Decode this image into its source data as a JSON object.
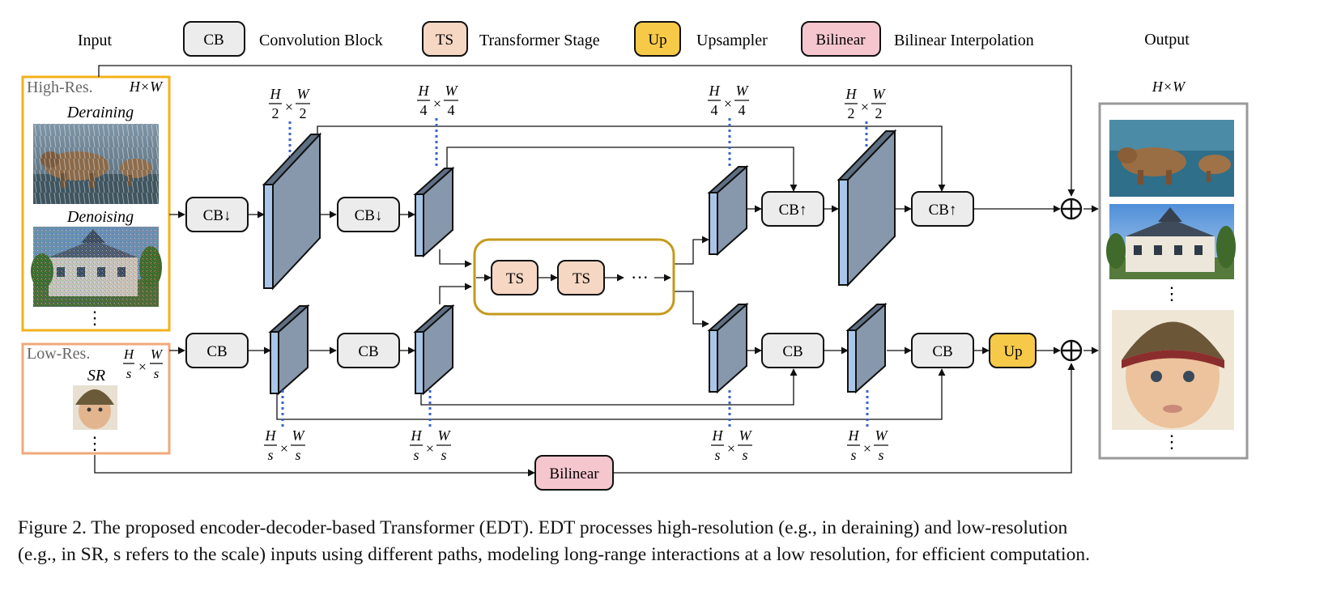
{
  "legend": {
    "input_label": "Input",
    "output_label": "Output",
    "cb": {
      "badge": "CB",
      "text": "Convolution Block"
    },
    "ts": {
      "badge": "TS",
      "text": "Transformer Stage"
    },
    "up": {
      "badge": "Up",
      "text": "Upsampler"
    },
    "bilinear": {
      "badge": "Bilinear",
      "text": "Bilinear Interpolation"
    }
  },
  "inputs": {
    "high_res": {
      "label": "High-Res.",
      "size": "H×W",
      "tasks": [
        "Deraining",
        "Denoising"
      ],
      "more": "⋮"
    },
    "low_res": {
      "label": "Low-Res.",
      "size_h": "H",
      "size_s": "s",
      "size_w": "W",
      "task": "SR",
      "more": "⋮"
    }
  },
  "output": {
    "size": "H×W",
    "more": "⋮"
  },
  "blocks": {
    "cb_down": "CB↓",
    "cb_up": "CB↑",
    "cb": "CB",
    "ts": "TS",
    "up": "Up",
    "bilinear": "Bilinear",
    "ellipsis": "···"
  },
  "dims": {
    "times": "×",
    "H": "H",
    "W": "W",
    "d2": "2",
    "d4": "4",
    "ds": "s"
  },
  "colors": {
    "cb_fill": "#ececec",
    "ts_fill": "#f6d7c3",
    "up_fill": "#f7c948",
    "bilinear_fill": "#f6c6cf",
    "feature_front": "#8798ad",
    "feature_side": "#a9c6e8",
    "high_res_border": "#f2b21b",
    "low_res_border": "#f0a97a",
    "ts_group_border": "#c49a1c",
    "output_border": "#9a9a9a",
    "dotted": "#3b63c9"
  },
  "caption": {
    "line1": "Figure 2. The proposed encoder-decoder-based Transformer (EDT). EDT processes high-resolution (e.g., in deraining) and low-resolution",
    "line2": "(e.g., in SR, s refers to the scale) inputs using different paths, modeling long-range interactions at a low resolution, for efficient computation."
  }
}
